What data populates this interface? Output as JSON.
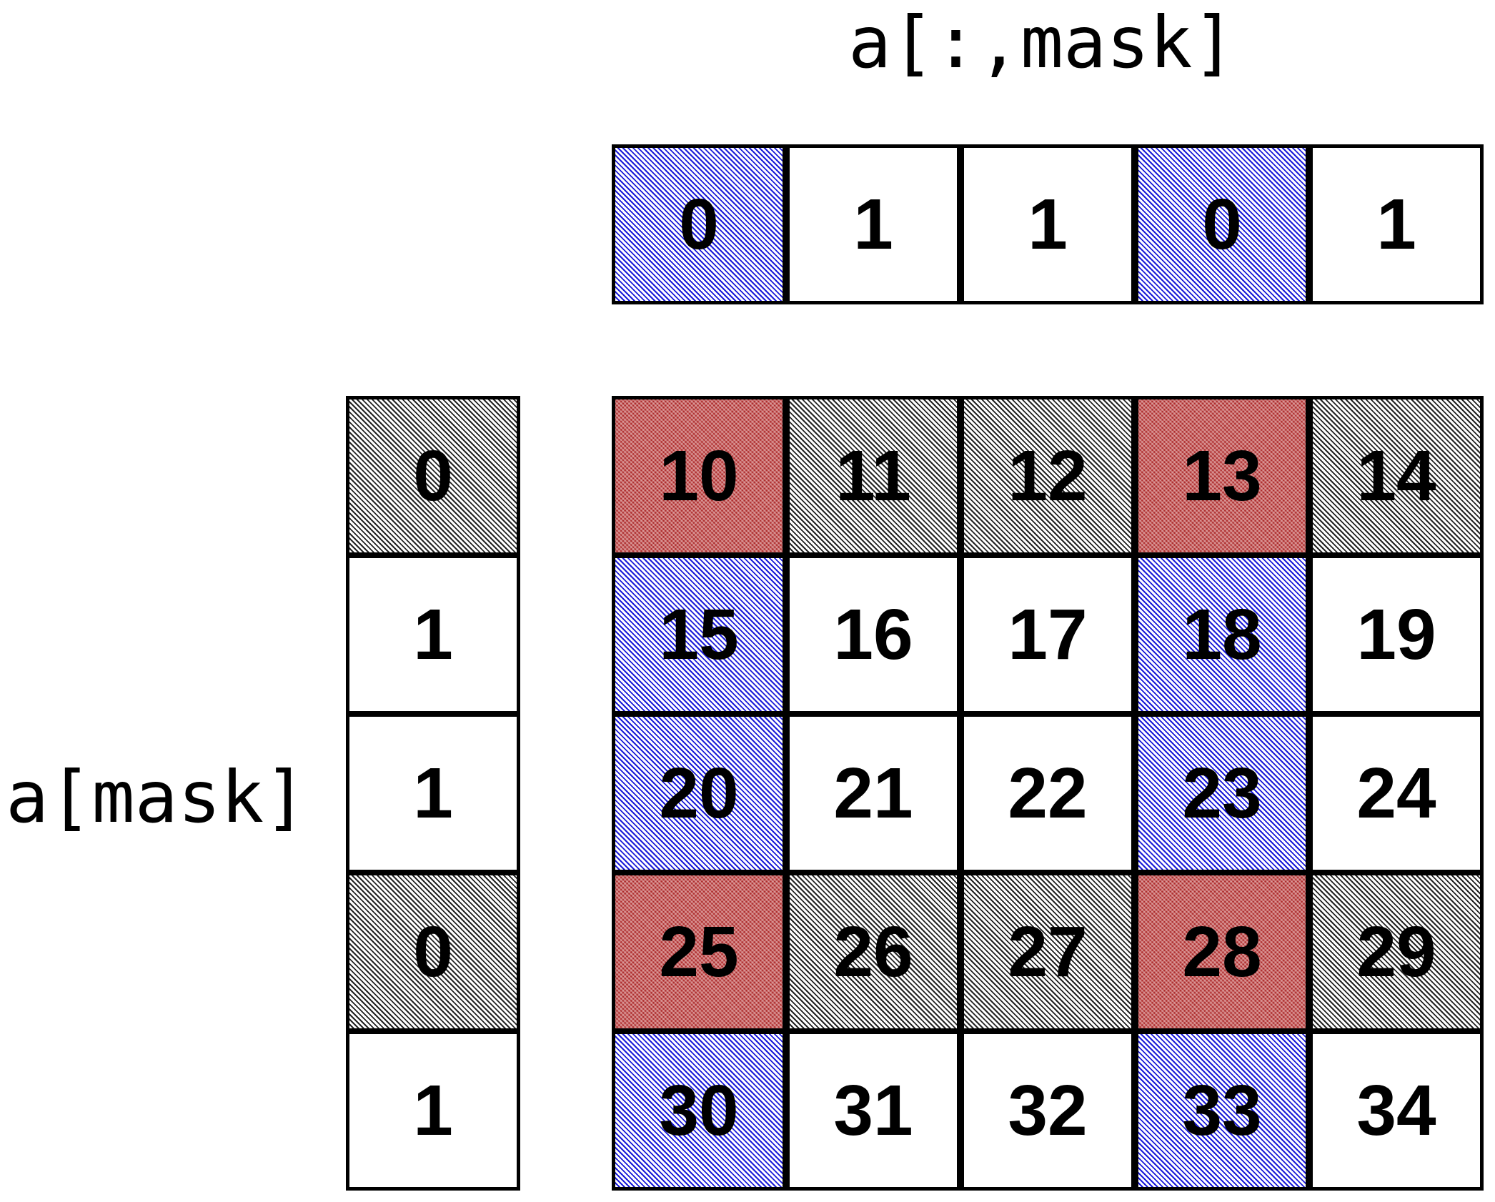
{
  "labels": {
    "column_mask": "a[:,mask]",
    "row_mask": "a[mask]"
  },
  "colors": {
    "selected_blue": "#1a1ad8",
    "excluded_gray": "#222222",
    "excluded_red": "#c86464"
  },
  "column_mask": [
    0,
    1,
    1,
    0,
    1
  ],
  "row_mask": [
    0,
    1,
    1,
    0,
    1
  ],
  "matrix": [
    [
      10,
      11,
      12,
      13,
      14
    ],
    [
      15,
      16,
      17,
      18,
      19
    ],
    [
      20,
      21,
      22,
      23,
      24
    ],
    [
      25,
      26,
      27,
      28,
      29
    ],
    [
      30,
      31,
      32,
      33,
      34
    ]
  ]
}
